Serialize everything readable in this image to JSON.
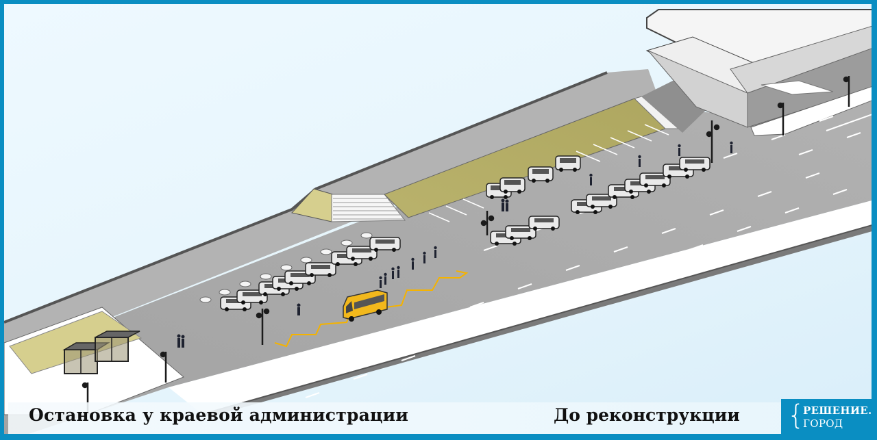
{
  "caption": {
    "title": "Остановка у краевой администрации",
    "status": "До реконструкции"
  },
  "logo": {
    "brace": "{",
    "line1": "РЕШЕНИЕ.",
    "line2": "ГОРОД"
  },
  "scene": {
    "description": "Isometric view of a wide city street near the regional administration: bus stop with two glass shelters on a sidewalk island (lower left), parking lanes with rows of white SUVs, a yellow minibus at a zigzag-marked stop, pedestrians, street lamps, a stepped plaza with olive-green lawn strips, and a large white building (upper right).",
    "icons": [
      "bus-shelter-icon",
      "minibus-icon",
      "car-icon",
      "street-lamp-icon",
      "pedestrian-icon",
      "bollard-icon",
      "building-icon"
    ]
  },
  "colors": {
    "frame": "#0a8ec2",
    "sky": "#e8f6fd",
    "road": "#a9a9a9",
    "sidewalk": "#b4b4b4",
    "lawn": "#b7b06a",
    "lawn_light": "#d6cf8e",
    "building": "#f4f4f4",
    "minibus": "#f2b81c",
    "zigzag": "#f5b300",
    "lane_marking": "#ffffff",
    "caption_text": "#111111"
  }
}
